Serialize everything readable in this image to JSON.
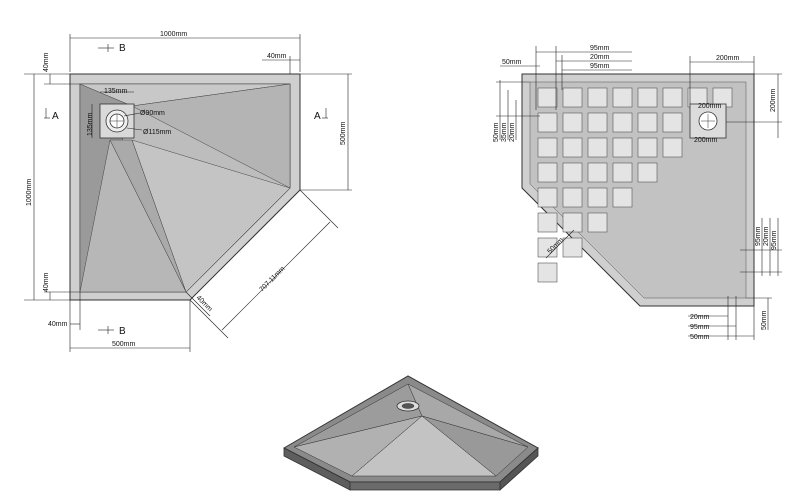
{
  "plan_view": {
    "top_width": "1000mm",
    "top_rim": "40mm",
    "left_rim": "40mm",
    "height": "1000mm",
    "right_side": "500mm",
    "bottom_rim": "40mm",
    "bottom_left_rim": "40mm",
    "bottom_width": "500mm",
    "diagonal_rim": "40mm",
    "diagonal": "707.11mm",
    "waste_box": "135mm",
    "waste_box_side": "135mm",
    "waste_inner": "Ø90mm",
    "waste_outer": "Ø115mm",
    "section_b": "B",
    "section_a": "A"
  },
  "underside_view": {
    "top_95": "95mm",
    "top_20": "20mm",
    "top_95b": "95mm",
    "top_50": "50mm",
    "top_200": "200mm",
    "right_200": "200mm",
    "waste_200": "200mm",
    "waste_200b": "200mm",
    "left_50": "50mm",
    "left_35": "35mm",
    "left_20": "20mm",
    "diag_50": "50mm",
    "right_95": "95mm",
    "right_20": "20mm",
    "right_95b": "95mm",
    "bottom_20": "20mm",
    "bottom_95": "95mm",
    "bottom_50": "50mm",
    "bottom_right_50": "50mm"
  },
  "colors": {
    "tray": "#b9b9b9",
    "tray_dark": "#8e8e8e",
    "rim": "#d0d0d0",
    "grid": "#e4e4e4",
    "outline": "#333333"
  }
}
